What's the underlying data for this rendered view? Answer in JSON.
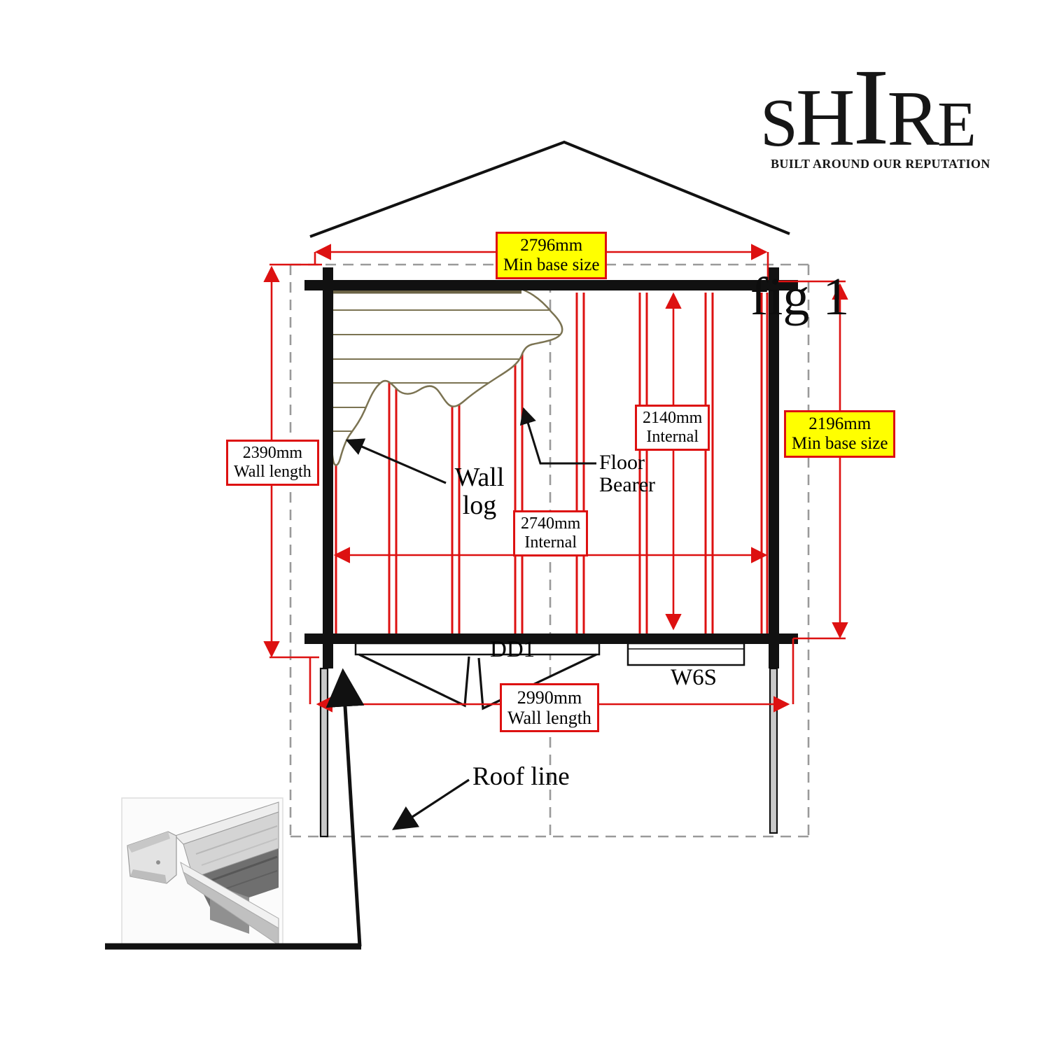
{
  "brand": {
    "letters": [
      "S",
      "H",
      "I",
      "R",
      "E"
    ],
    "tagline": "BUILT AROUND OUR REPUTATION"
  },
  "figure": {
    "label": "fig 1"
  },
  "dimensions": {
    "top": {
      "value": "2796mm",
      "caption": "Min base size",
      "highlighted": true
    },
    "right": {
      "value": "2196mm",
      "caption": "Min base size",
      "highlighted": true
    },
    "left": {
      "value": "2390mm",
      "caption": "Wall length",
      "highlighted": false
    },
    "internal_height": {
      "value": "2140mm",
      "caption": "Internal",
      "highlighted": false
    },
    "internal_width": {
      "value": "2740mm",
      "caption": "Internal",
      "highlighted": false
    },
    "bottom": {
      "value": "2990mm",
      "caption": "Wall length",
      "highlighted": false
    }
  },
  "annotations": {
    "wall_log_line1": "Wall",
    "wall_log_line2": "log",
    "floor_bearer_line1": "Floor",
    "floor_bearer_line2": "Bearer",
    "roof_line": "Roof line",
    "door_code": "DD1",
    "window_code": "W6S"
  },
  "colors": {
    "dimension_red": "#dd1111",
    "highlight_yellow": "#ffff00",
    "roofline_gray": "#9a9a9a",
    "floorboard_olive": "#7b7352",
    "wall_black": "#111111"
  }
}
